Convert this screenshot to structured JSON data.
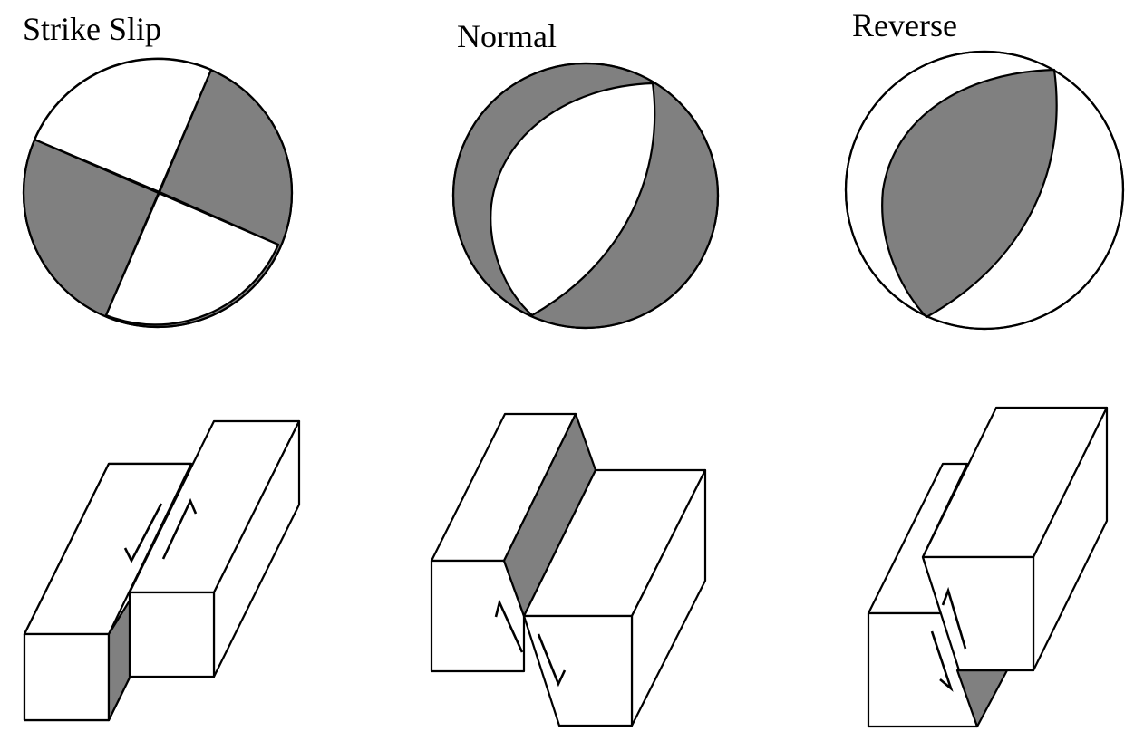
{
  "panels": [
    {
      "id": "strike-slip",
      "label": "Strike Slip"
    },
    {
      "id": "normal",
      "label": "Normal"
    },
    {
      "id": "reverse",
      "label": "Reverse"
    }
  ],
  "colors": {
    "shaded": "#808080",
    "unshaded": "#ffffff",
    "outline": "#000000"
  }
}
